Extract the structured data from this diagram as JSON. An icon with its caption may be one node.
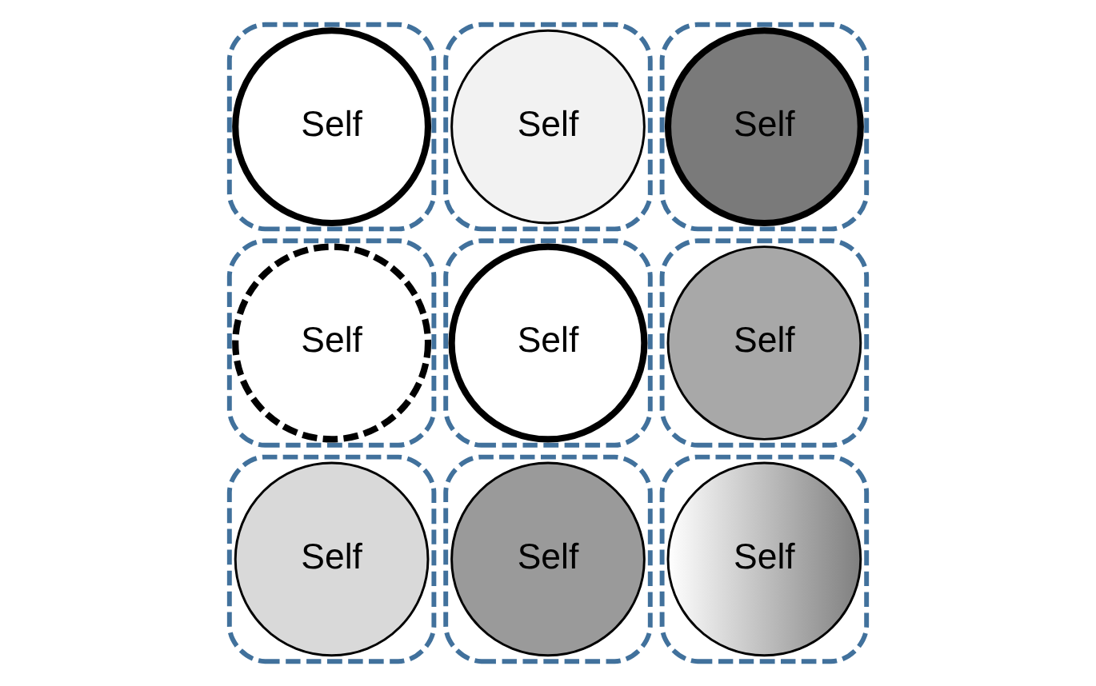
{
  "diagram": {
    "nodes": [
      {
        "text": [],
        "shape": "cloud"
      },
      {
        "text": [
          "Self"
        ],
        "in": 0
      },
      {
        "text": [],
        "shape": "cloud"
      },
      {
        "text": [
          "Self"
        ],
        "in": 2
      },
      {
        "text": [],
        "shape": "cloud"
      },
      {
        "text": [
          "Self"
        ],
        "in": 4
      },
      {
        "text": [],
        "shape": "cloud"
      },
      {
        "text": [
          "Self"
        ],
        "in": 6
      },
      {
        "text": [],
        "shape": "cloud"
      },
      {
        "text": [
          "Self"
        ],
        "in": 8
      },
      {
        "text": [],
        "shape": "cloud"
      },
      {
        "text": [
          "Self"
        ],
        "in": 10
      },
      {
        "text": [],
        "shape": "cloud"
      },
      {
        "text": [
          "Self"
        ],
        "in": 12
      },
      {
        "text": [],
        "shape": "cloud"
      },
      {
        "text": [
          "Self"
        ],
        "in": 14
      },
      {
        "text": [],
        "shape": "cloud"
      },
      {
        "text": [
          "Self"
        ],
        "in": 16
      }
    ],
    "edges": []
  }
}
